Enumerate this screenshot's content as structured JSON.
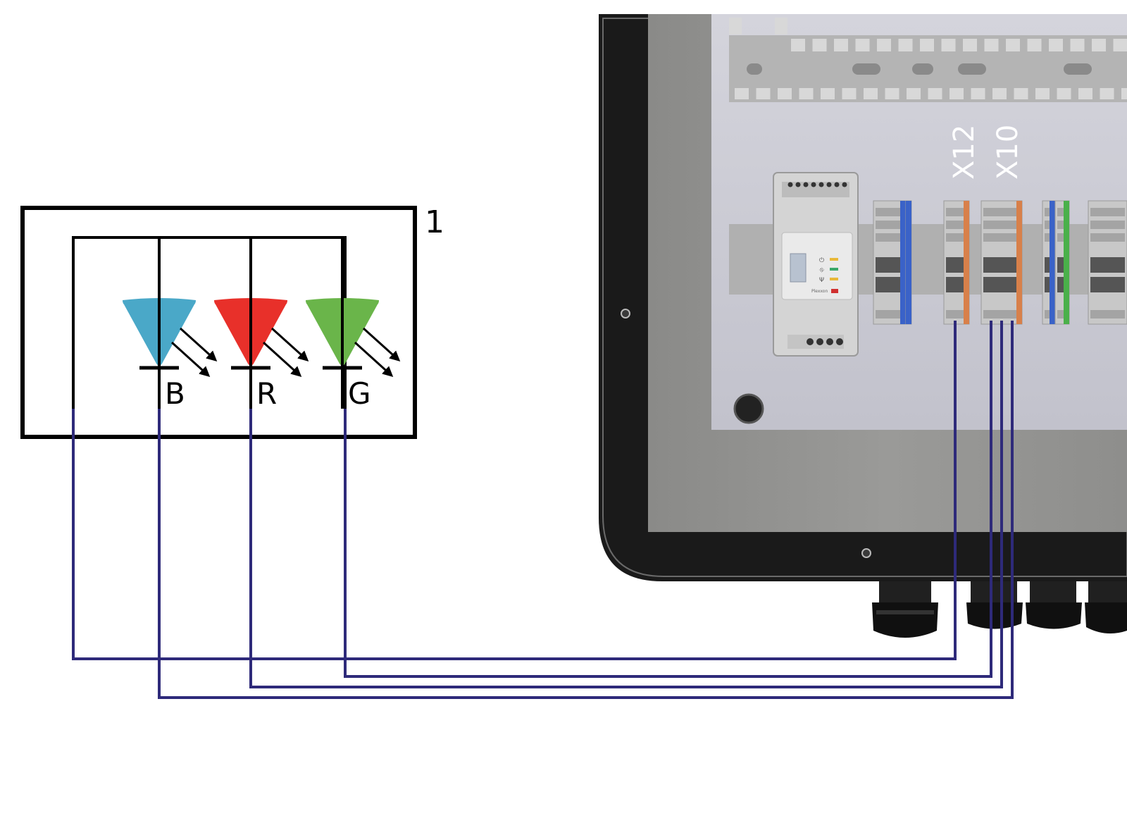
{
  "schematic": {
    "module_number": "1",
    "leds": [
      {
        "letter": "B",
        "color": "#4aa8c8"
      },
      {
        "letter": "R",
        "color": "#e8302a"
      },
      {
        "letter": "G",
        "color": "#6ab54a"
      }
    ]
  },
  "cabinet": {
    "terminal_labels": [
      "X12",
      "X10"
    ],
    "device_brand": "Plexxon",
    "indicator_icons": [
      "power-icon",
      "network-icon",
      "antenna-icon"
    ],
    "indicator_colors": [
      "#e8b83a",
      "#3aa86a",
      "#e8b83a"
    ]
  },
  "colors": {
    "wire": "#2e2a7a",
    "frame": "#000000",
    "enclosure": "#1a1a1a",
    "panel": "#c6c6d0",
    "terminal_blue": "#3a62c8",
    "terminal_green": "#4ab04a",
    "terminal_orange": "#d8804a"
  }
}
